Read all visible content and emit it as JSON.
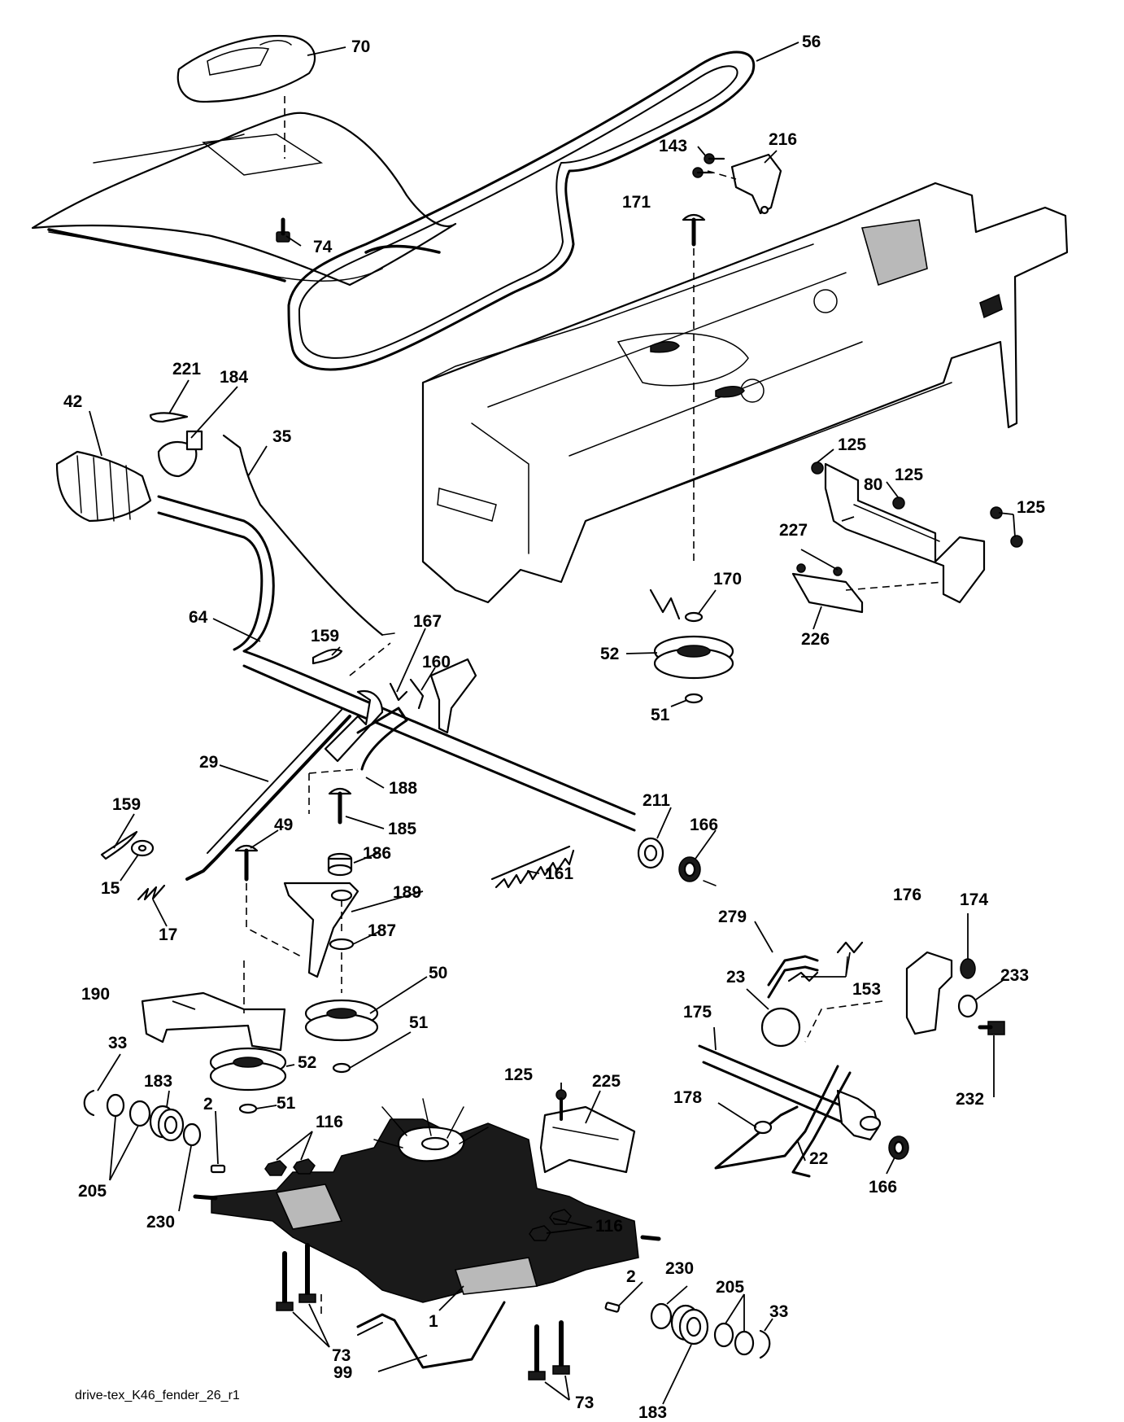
{
  "caption": "drive-tex_K46_fender_26_r1",
  "callouts": [
    {
      "id": "c70",
      "label": "70"
    },
    {
      "id": "c56",
      "label": "56"
    },
    {
      "id": "c74",
      "label": "74"
    },
    {
      "id": "c143",
      "label": "143"
    },
    {
      "id": "c216",
      "label": "216"
    },
    {
      "id": "c171",
      "label": "171"
    },
    {
      "id": "c221",
      "label": "221"
    },
    {
      "id": "c184",
      "label": "184"
    },
    {
      "id": "c42",
      "label": "42"
    },
    {
      "id": "c35",
      "label": "35"
    },
    {
      "id": "c125a",
      "label": "125"
    },
    {
      "id": "c125b",
      "label": "125"
    },
    {
      "id": "c125c",
      "label": "125"
    },
    {
      "id": "c80",
      "label": "80"
    },
    {
      "id": "c227",
      "label": "227"
    },
    {
      "id": "c226",
      "label": "226"
    },
    {
      "id": "c170",
      "label": "170"
    },
    {
      "id": "c52a",
      "label": "52"
    },
    {
      "id": "c51a",
      "label": "51"
    },
    {
      "id": "c64",
      "label": "64"
    },
    {
      "id": "c159a",
      "label": "159"
    },
    {
      "id": "c167",
      "label": "167"
    },
    {
      "id": "c160",
      "label": "160"
    },
    {
      "id": "c29",
      "label": "29"
    },
    {
      "id": "c188",
      "label": "188"
    },
    {
      "id": "c159b",
      "label": "159"
    },
    {
      "id": "c15",
      "label": "15"
    },
    {
      "id": "c17",
      "label": "17"
    },
    {
      "id": "c49",
      "label": "49"
    },
    {
      "id": "c185",
      "label": "185"
    },
    {
      "id": "c186",
      "label": "186"
    },
    {
      "id": "c189",
      "label": "189"
    },
    {
      "id": "c187",
      "label": "187"
    },
    {
      "id": "c161",
      "label": "161"
    },
    {
      "id": "c211",
      "label": "211"
    },
    {
      "id": "c166a",
      "label": "166"
    },
    {
      "id": "c279",
      "label": "279"
    },
    {
      "id": "c176",
      "label": "176"
    },
    {
      "id": "c174",
      "label": "174"
    },
    {
      "id": "c23",
      "label": "23"
    },
    {
      "id": "c153",
      "label": "153"
    },
    {
      "id": "c233",
      "label": "233"
    },
    {
      "id": "c175",
      "label": "175"
    },
    {
      "id": "c232",
      "label": "232"
    },
    {
      "id": "c50",
      "label": "50"
    },
    {
      "id": "c190",
      "label": "190"
    },
    {
      "id": "c51b",
      "label": "51"
    },
    {
      "id": "c52b",
      "label": "52"
    },
    {
      "id": "c51c",
      "label": "51"
    },
    {
      "id": "c33a",
      "label": "33"
    },
    {
      "id": "c183a",
      "label": "183"
    },
    {
      "id": "c2a",
      "label": "2"
    },
    {
      "id": "c116a",
      "label": "116"
    },
    {
      "id": "c125d",
      "label": "125"
    },
    {
      "id": "c225",
      "label": "225"
    },
    {
      "id": "c178",
      "label": "178"
    },
    {
      "id": "c22",
      "label": "22"
    },
    {
      "id": "c166b",
      "label": "166"
    },
    {
      "id": "c205a",
      "label": "205"
    },
    {
      "id": "c230a",
      "label": "230"
    },
    {
      "id": "c116b",
      "label": "116"
    },
    {
      "id": "c2b",
      "label": "2"
    },
    {
      "id": "c230b",
      "label": "230"
    },
    {
      "id": "c205b",
      "label": "205"
    },
    {
      "id": "c33b",
      "label": "33"
    },
    {
      "id": "c73a",
      "label": "73"
    },
    {
      "id": "c1",
      "label": "1"
    },
    {
      "id": "c99",
      "label": "99"
    },
    {
      "id": "c73b",
      "label": "73"
    },
    {
      "id": "c183b",
      "label": "183"
    }
  ]
}
